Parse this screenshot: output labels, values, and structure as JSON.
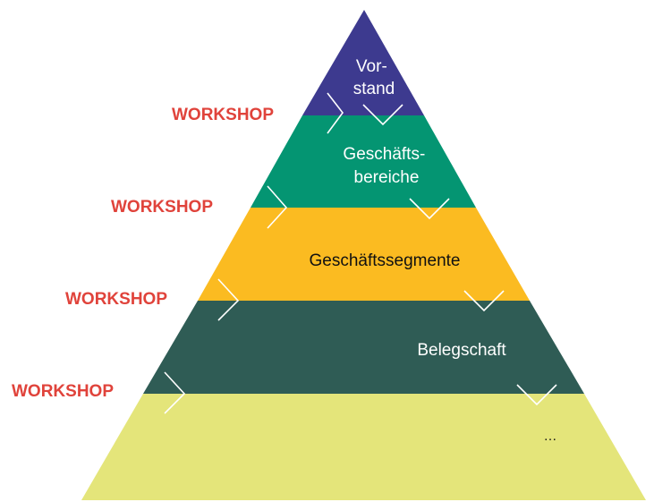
{
  "colors": {
    "workshop_text": "#e0433b",
    "arrow_stroke": "#ffffff"
  },
  "layers": [
    {
      "label_lines": [
        "Vor-",
        "stand"
      ],
      "color": "#3d3a8f"
    },
    {
      "label_lines": [
        "Geschäfts-",
        "bereiche"
      ],
      "color": "#049572"
    },
    {
      "label_lines": [
        "Geschäftssegmente"
      ],
      "color": "#fbbb21"
    },
    {
      "label_lines": [
        "Belegschaft"
      ],
      "color": "#2f5c55"
    },
    {
      "label_lines": [
        "…"
      ],
      "color": "#e4e57a"
    }
  ],
  "workshops": [
    {
      "label": "WORKSHOP"
    },
    {
      "label": "WORKSHOP"
    },
    {
      "label": "WORKSHOP"
    },
    {
      "label": "WORKSHOP"
    }
  ]
}
